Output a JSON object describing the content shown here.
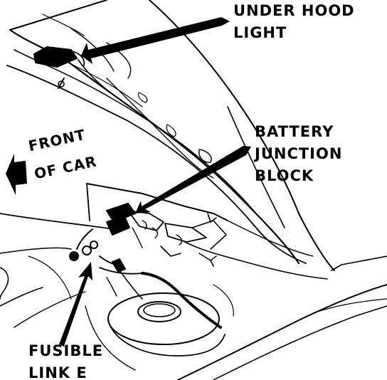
{
  "labels": {
    "under_hood_light": [
      "UNDER HOOD",
      "LIGHT"
    ],
    "battery_junction_block": [
      "BATTERY",
      "JUNCTION",
      "BLOCK"
    ],
    "front_of_car": [
      "FRONT",
      "OF CAR"
    ],
    "fusible_link": [
      "FUSIBLE",
      "LINK E"
    ]
  },
  "colors": {
    "ink": "#000000",
    "paper": "#ffffff"
  }
}
